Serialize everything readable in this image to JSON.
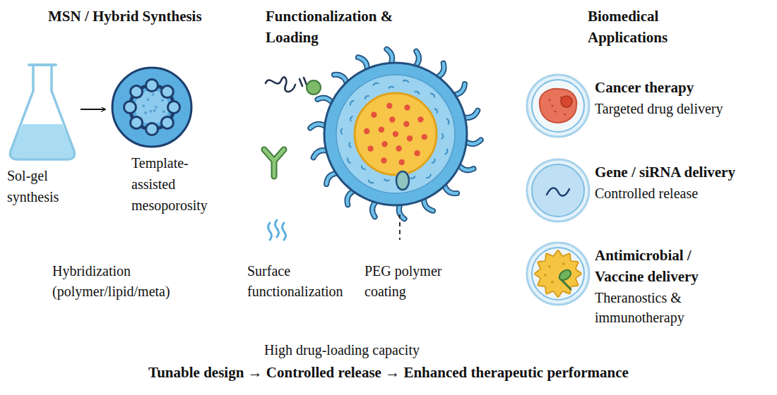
{
  "diagram": {
    "caption": "Tunable design → Controlled release → Enhanced therapeutic performance",
    "nodes": [
      {
        "text": [
          "Sol-gel synthesis"
        ]
      },
      {
        "text": [
          "Template-assisted mesoporosity"
        ]
      },
      {
        "text": [
          "Cancer therapy",
          "Targeted drug delivery"
        ]
      },
      {
        "text": [
          "Gene / siRNA delivery",
          "Controlled release"
        ]
      },
      {
        "text": [
          "Antimicrobial / Vaccine delivery",
          "Theranostics & immunotherapy"
        ]
      }
    ],
    "edges": [
      {
        "from": 0,
        "to": 1,
        "arrow": "to"
      }
    ],
    "labels": [
      "MSN / Hybrid Synthesis",
      "Functionalization & Loading",
      "Biomedical Applications",
      "Hybridization (polymer/lipid/meta)",
      "Surface functionalization",
      "PEG polymer coating",
      "High drug-loading capacity"
    ]
  }
}
